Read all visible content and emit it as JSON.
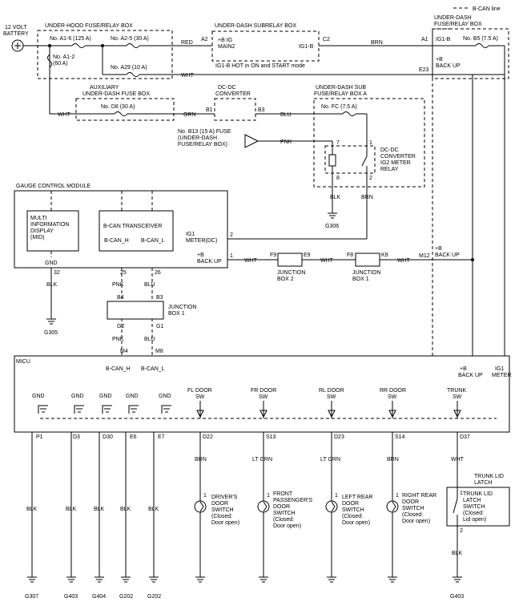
{
  "legend": {
    "bcan_line": "B-CAN line"
  },
  "battery": {
    "label_line1": "12 VOLT",
    "label_line2": "BATTERY"
  },
  "underhood": {
    "title": "UNDER-HOOD FUSE/RELAY BOX",
    "fuse_a16": "No. A1-6 (125 A)",
    "fuse_a25": "No. A2-5 (30 A)",
    "fuse_a12_line1": "No. A1-2",
    "fuse_a12_line2": "(60 A)",
    "fuse_a29": "No. A29 (10 A)"
  },
  "subrelay": {
    "title": "UNDER-DASH SUBRELAY BOX",
    "pin_a2": "A2",
    "ig_main_line1": "+B IG",
    "ig_main_line2": "MAIN2",
    "ig1b": "IG1-B",
    "pin_c2": "C2",
    "note": "IG1-B HOT in ON and START mode"
  },
  "underdash": {
    "title_line1": "UNDER-DASH",
    "title_line2": "FUSE/RELAY BOX",
    "pin_a1": "A1",
    "ig1b": "IG1-B",
    "fuse_b5": "No. B5 (7.5 A)",
    "plus_b": "+B",
    "backup": "BACK UP",
    "pin_e23": "E23"
  },
  "aux": {
    "title_line1": "AUXILIARY",
    "title_line2": "UNDER-DASH FUSE BOX",
    "fuse_d8": "No. D8 (30 A)"
  },
  "dcdc": {
    "title_line1": "DC-DC",
    "title_line2": "CONVERTER",
    "pin_b1": "B1",
    "pin_b3": "B3"
  },
  "subfuse": {
    "title_line1": "UNDER-DASH SUB",
    "title_line2": "FUSE/RELAY BOX A",
    "fuse_fc": "No. FC (7.5 A)",
    "relay_line1": "DC-DC",
    "relay_line2": "CONVERTER",
    "relay_line3": "IG2 METER",
    "relay_line4": "RELAY",
    "pin7": "7",
    "pin1": "1",
    "pin8": "8",
    "pin2": "2"
  },
  "fuse_b13": {
    "line1": "No. B13 (15 A) FUSE",
    "line2": "(UNDER-DASH",
    "line3": "FUSE/RELAY BOX)"
  },
  "wires": {
    "red": "RED",
    "brn": "BRN",
    "wht": "WHT",
    "grn": "GRN",
    "blu": "BLU",
    "pnk": "PNK",
    "blk": "BLK",
    "lt_grn": "LT GRN"
  },
  "gcm": {
    "title": "GAUGE CONTROL MODULE",
    "mid_line1": "MULTI",
    "mid_line2": "INFORMATION",
    "mid_line3": "DISPLAY",
    "mid_line4": "(MID)",
    "transceiver": "B-CAN TRANSCEIVER",
    "bcan_h": "B-CAN_H",
    "bcan_l": "B-CAN_L",
    "ig1_line1": "IG1",
    "ig1_line2": "METER(DC)",
    "pin2": "2",
    "backup_line1": "+B",
    "backup_line2": "BACK UP",
    "pin1": "1",
    "gnd": "GND",
    "pin32": "32",
    "pin25": "25",
    "pin26": "26"
  },
  "jb2": {
    "pin_f9": "F9",
    "pin_e9": "E9",
    "label_line1": "JUNCTION",
    "label_line2": "BOX 2"
  },
  "jb1": {
    "pin_f8": "F8",
    "pin_k9": "K9",
    "label_line1": "JUNCTION",
    "label_line2": "BOX 1",
    "pin_b4": "B4",
    "pin_b3": "B3",
    "pin_g2": "G2",
    "pin_g1": "G1"
  },
  "m12": "M12",
  "m12_plus_b": "+B",
  "m12_backup": "BACK UP",
  "micu": {
    "title": "MICU",
    "pin_m4": "M4",
    "pin_m8": "M8",
    "bcan_h": "B-CAN_H",
    "bcan_l": "B-CAN_L",
    "plus_b": "+B",
    "backup": "BACK UP",
    "ig1": "IG1",
    "meter": "METER",
    "gnd": "GND",
    "fl_line1": "FL DOOR",
    "fl_line2": "SW",
    "fr_line1": "FR DOOR",
    "fr_line2": "SW",
    "rl_line1": "RL DOOR",
    "rl_line2": "SW",
    "rr_line1": "RR DOOR",
    "rr_line2": "SW",
    "trunk_line1": "TRUNK",
    "trunk_line2": "SW",
    "pin_p1": "P1",
    "pin_d3": "D3",
    "pin_d30": "D30",
    "pin_e6": "E6",
    "pin_e7": "E7",
    "pin_d22": "D22",
    "pin_s13": "S13",
    "pin_d23": "D23",
    "pin_s14": "S14",
    "pin_d37": "D37"
  },
  "grounds": {
    "g306": "G306",
    "g305": "G305",
    "g307": "G307",
    "g403": "G403",
    "g404": "G404",
    "g202": "G202",
    "g202b": "G202",
    "g403b": "G403"
  },
  "switches": {
    "pin1": "1",
    "pin2": "2",
    "driver_line1": "DRIVER'S",
    "driver_line2": "DOOR",
    "driver_line3": "SWITCH",
    "fp_line1": "FRONT",
    "fp_line2": "PASSENGER'S",
    "fp_line3": "DOOR",
    "fp_line4": "SWITCH",
    "lr_line1": "LEFT REAR",
    "lr_line2": "DOOR",
    "lr_line3": "SWITCH",
    "rr_line1": "RIGHT REAR",
    "rr_line2": "DOOR",
    "rr_line3": "SWITCH",
    "state_line1": "(Closed:",
    "state_line2": "Door open)",
    "trunk_title_line1": "TRUNK LID",
    "trunk_title_line2": "LATCH",
    "trunk_line1": "TRUNK LID",
    "trunk_line2": "LATCH",
    "trunk_line3": "SWITCH",
    "trunk_state1": "(Closed:",
    "trunk_state2": "Lid open)"
  }
}
